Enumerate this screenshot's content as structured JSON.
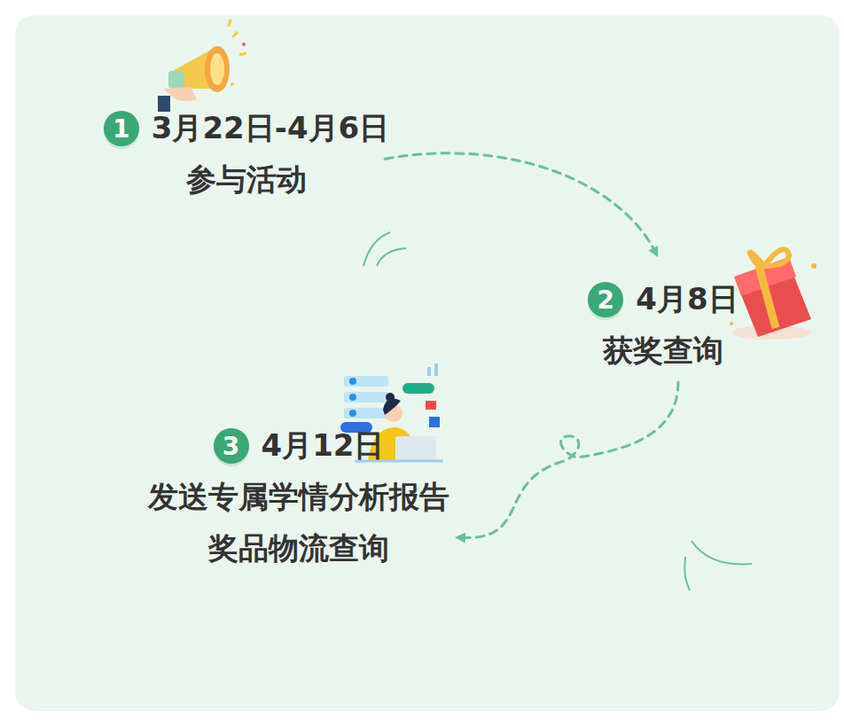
{
  "diagram": {
    "nodes": [
      {
        "text": [
          "3月22日-4月6日",
          "参与活动"
        ]
      },
      {
        "text": [
          "4月8日",
          "获奖查询"
        ]
      },
      {
        "text": [
          "4月12日",
          "发送专属学情分析报告",
          "奖品物流查询"
        ]
      }
    ],
    "edges": [
      {
        "from": 0,
        "to": 1,
        "arrow": "to"
      },
      {
        "from": 1,
        "to": 2,
        "arrow": "to"
      }
    ],
    "labels": [
      "1",
      "2",
      "3"
    ]
  }
}
